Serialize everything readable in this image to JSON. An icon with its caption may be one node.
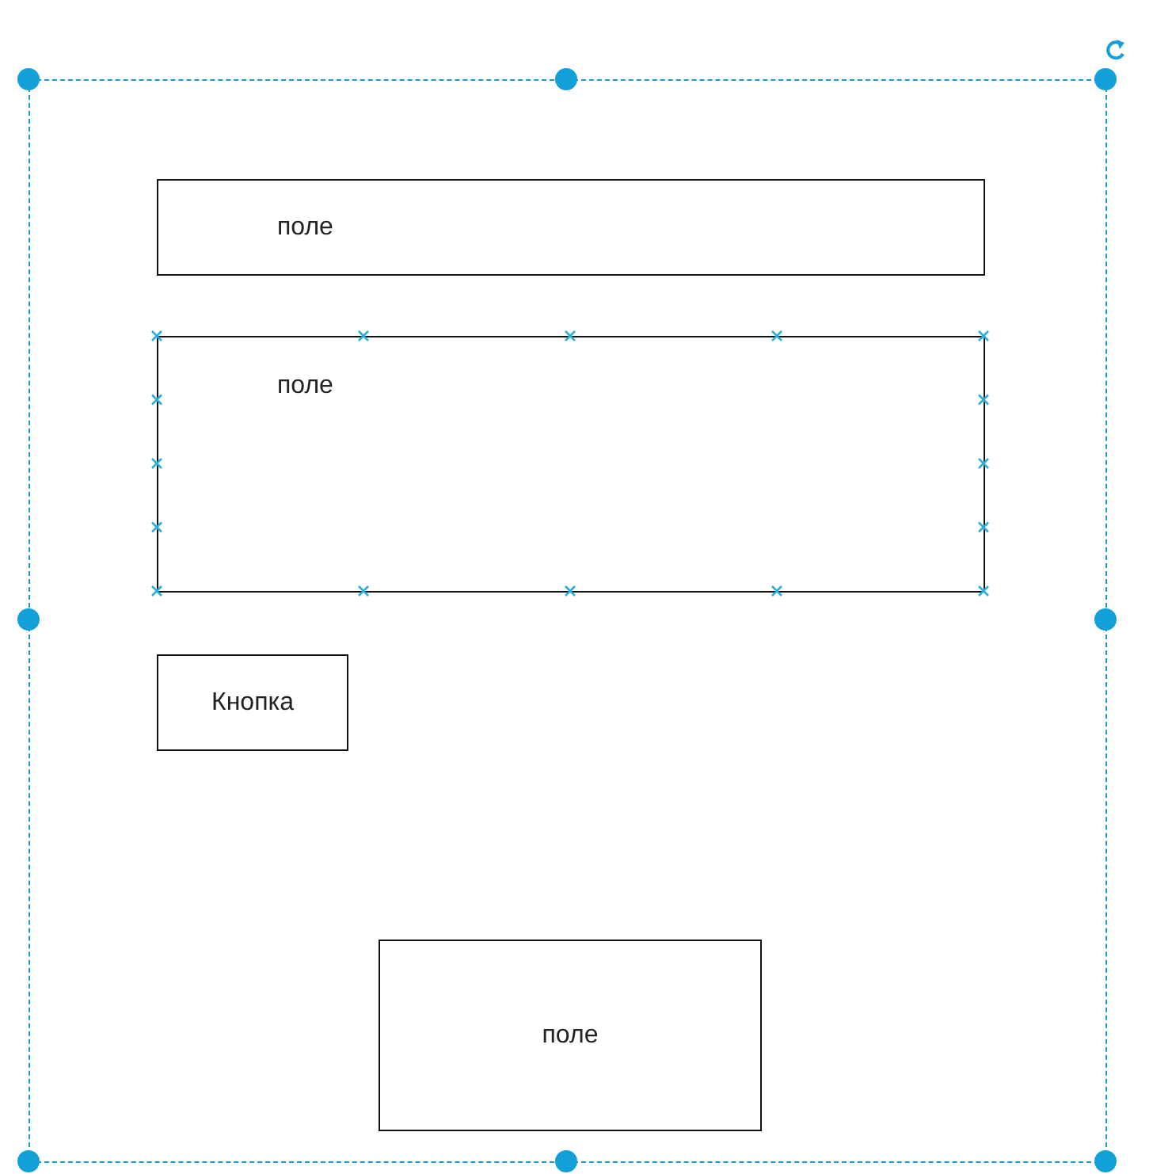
{
  "diagram": {
    "nodes": [
      {
        "text": [],
        "shape": "box"
      },
      {
        "text": [
          "поле"
        ],
        "in": 0
      },
      {
        "text": [
          "поле"
        ],
        "in": 0
      },
      {
        "text": [
          "Кнопка"
        ],
        "in": 0
      },
      {
        "text": [
          "поле"
        ],
        "in": 0
      }
    ]
  }
}
